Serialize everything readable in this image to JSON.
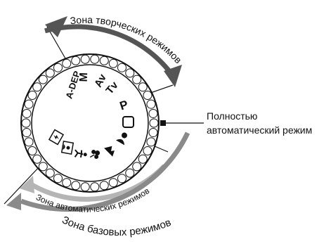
{
  "dial": {
    "modes": [
      {
        "id": "a-dep",
        "text": "A-DEP"
      },
      {
        "id": "m",
        "text": "M"
      },
      {
        "id": "av",
        "text": "Av"
      },
      {
        "id": "tv",
        "text": "Tv"
      },
      {
        "id": "p",
        "text": "P"
      },
      {
        "id": "full-auto",
        "icon": "green-square-icon"
      },
      {
        "id": "portrait",
        "icon": "portrait-icon"
      },
      {
        "id": "landscape",
        "icon": "landscape-icon"
      },
      {
        "id": "macro",
        "icon": "flower-icon"
      },
      {
        "id": "sports",
        "icon": "running-man-icon"
      },
      {
        "id": "night-portrait",
        "icon": "night-portrait-icon"
      },
      {
        "id": "flash-off",
        "icon": "flash-off-icon"
      }
    ]
  },
  "labels": {
    "creative_zone": "Зона творческих режимов",
    "full_auto_line1": "Полностью",
    "full_auto_line2": "автоматический режим",
    "auto_zone": "Зона автоматических режимов",
    "basic_zone": "Зона базовых режимов"
  },
  "colors": {
    "creative_arrow": "#555555",
    "basic_arrow": "#8a8a8a",
    "auto_arrow": "#b5b5b5"
  }
}
